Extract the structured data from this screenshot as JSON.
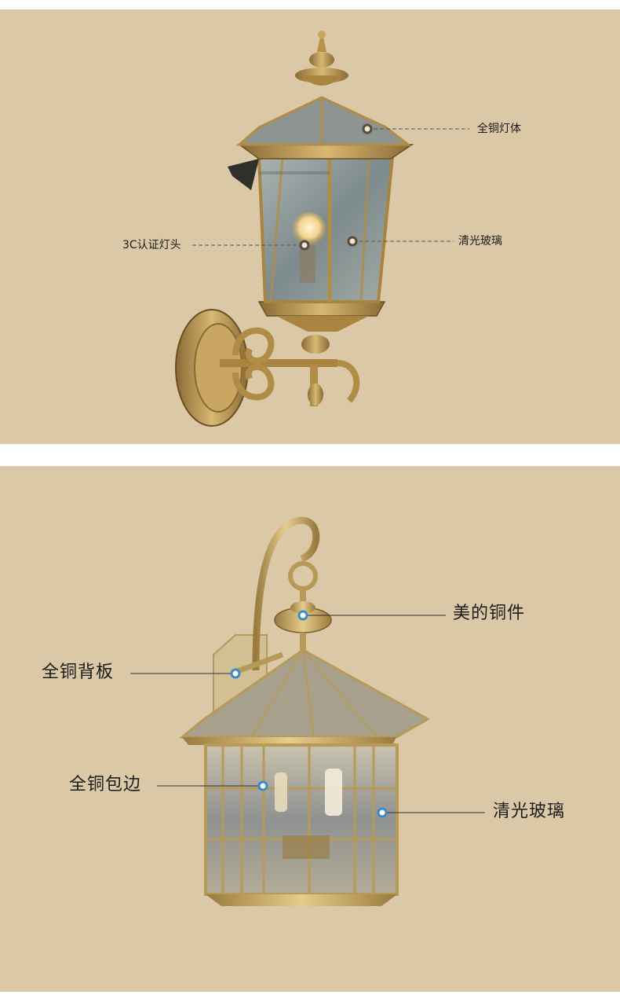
{
  "panel_top": {
    "labels": {
      "body": "全铜灯体",
      "socket": "3C认证灯头",
      "glass": "清光玻璃"
    }
  },
  "panel_bottom": {
    "labels": {
      "fitting": "美的铜件",
      "backplate": "全铜背板",
      "edging": "全铜包边",
      "glass": "清光玻璃"
    }
  },
  "colors": {
    "background": "#dbc8a7",
    "brass": "#b9944f",
    "brass_dark": "#7a5c2c",
    "glass": "#8e9a9c",
    "marker_dark": "#5a4a3a",
    "marker_blue": "#3a8cc8"
  }
}
